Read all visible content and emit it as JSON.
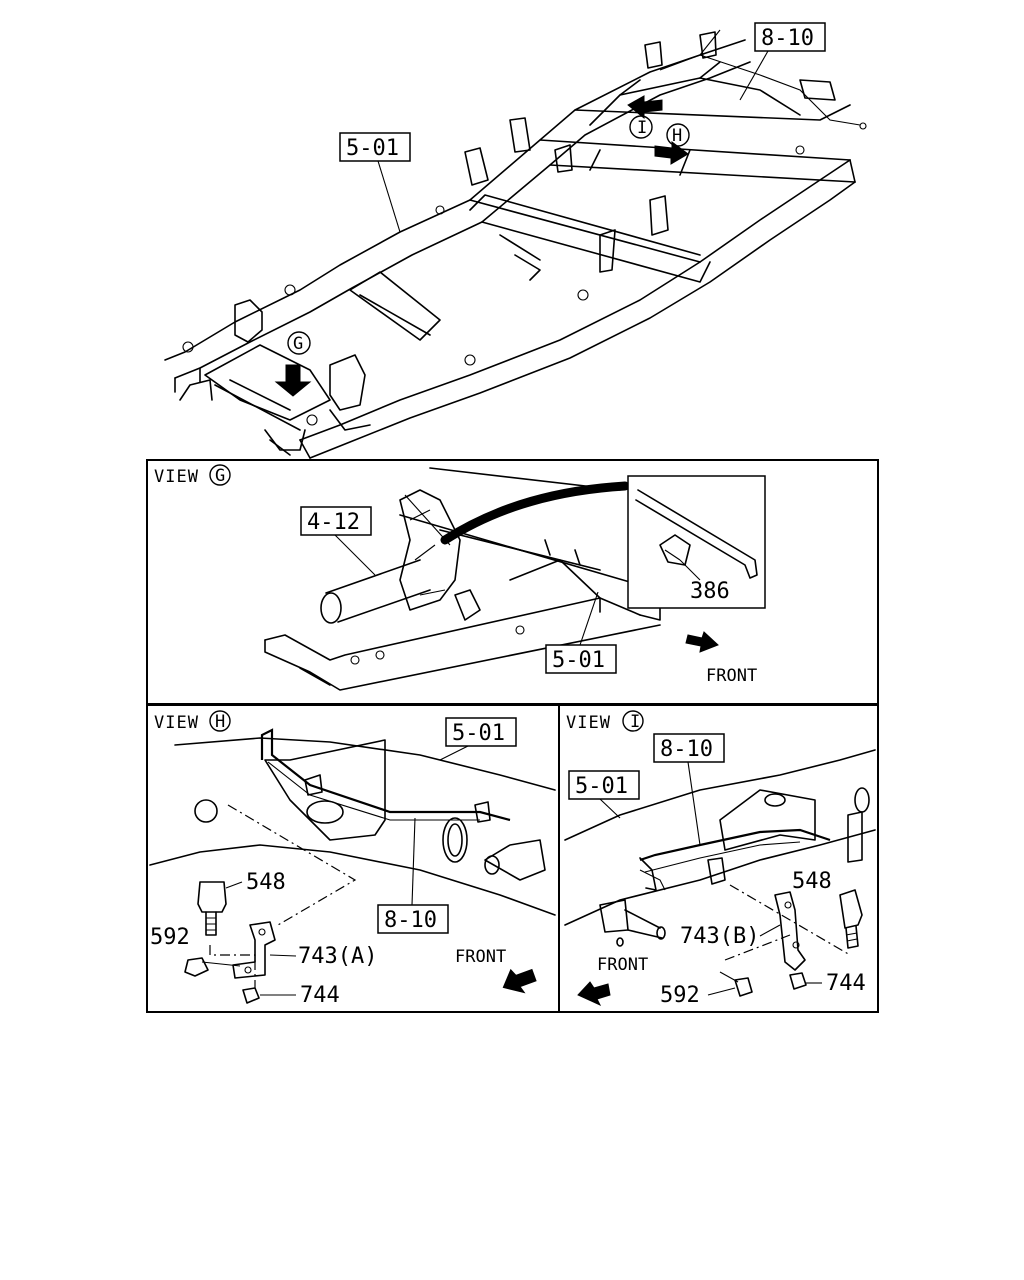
{
  "overview": {
    "callouts": {
      "frame": "5-01",
      "harness": "8-10"
    },
    "view_markers": {
      "g": "G",
      "h": "H",
      "i": "I"
    }
  },
  "panel_g": {
    "title": "VIEW",
    "marker": "G",
    "callouts": {
      "exhaust": "4-12",
      "frame": "5-01",
      "clip": "386"
    },
    "direction": "FRONT"
  },
  "panel_h": {
    "title": "VIEW",
    "marker": "H",
    "callouts": {
      "frame": "5-01",
      "harness": "8-10",
      "switch": "548",
      "bolt": "592",
      "bracket": "743(A)",
      "nut": "744"
    },
    "direction": "FRONT"
  },
  "panel_i": {
    "title": "VIEW",
    "marker": "I",
    "callouts": {
      "harness": "8-10",
      "frame": "5-01",
      "switch": "548",
      "bracket": "743(B)",
      "bolt": "592",
      "nut": "744"
    },
    "direction": "FRONT"
  }
}
